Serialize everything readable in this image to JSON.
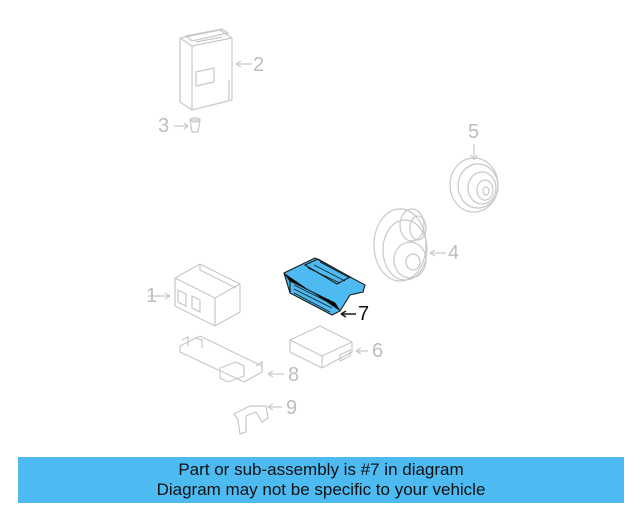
{
  "diagram": {
    "highlight_color": "#4dbaf2",
    "line_color": "#c8c8c8",
    "active_line_color": "#222222",
    "callouts": [
      {
        "label": "1",
        "part": "module-box"
      },
      {
        "label": "2",
        "part": "control-unit"
      },
      {
        "label": "3",
        "part": "clip"
      },
      {
        "label": "4",
        "part": "speaker-large"
      },
      {
        "label": "5",
        "part": "speaker-small"
      },
      {
        "label": "6",
        "part": "module-flat"
      },
      {
        "label": "7",
        "part": "highlighted-unit",
        "highlighted": true
      },
      {
        "label": "8",
        "part": "mounting-bracket"
      },
      {
        "label": "9",
        "part": "small-bracket"
      }
    ]
  },
  "banner": {
    "line1": "Part or sub-assembly is #7 in diagram",
    "line2": "Diagram may not be specific to your vehicle",
    "background": "#4dbaf2"
  }
}
